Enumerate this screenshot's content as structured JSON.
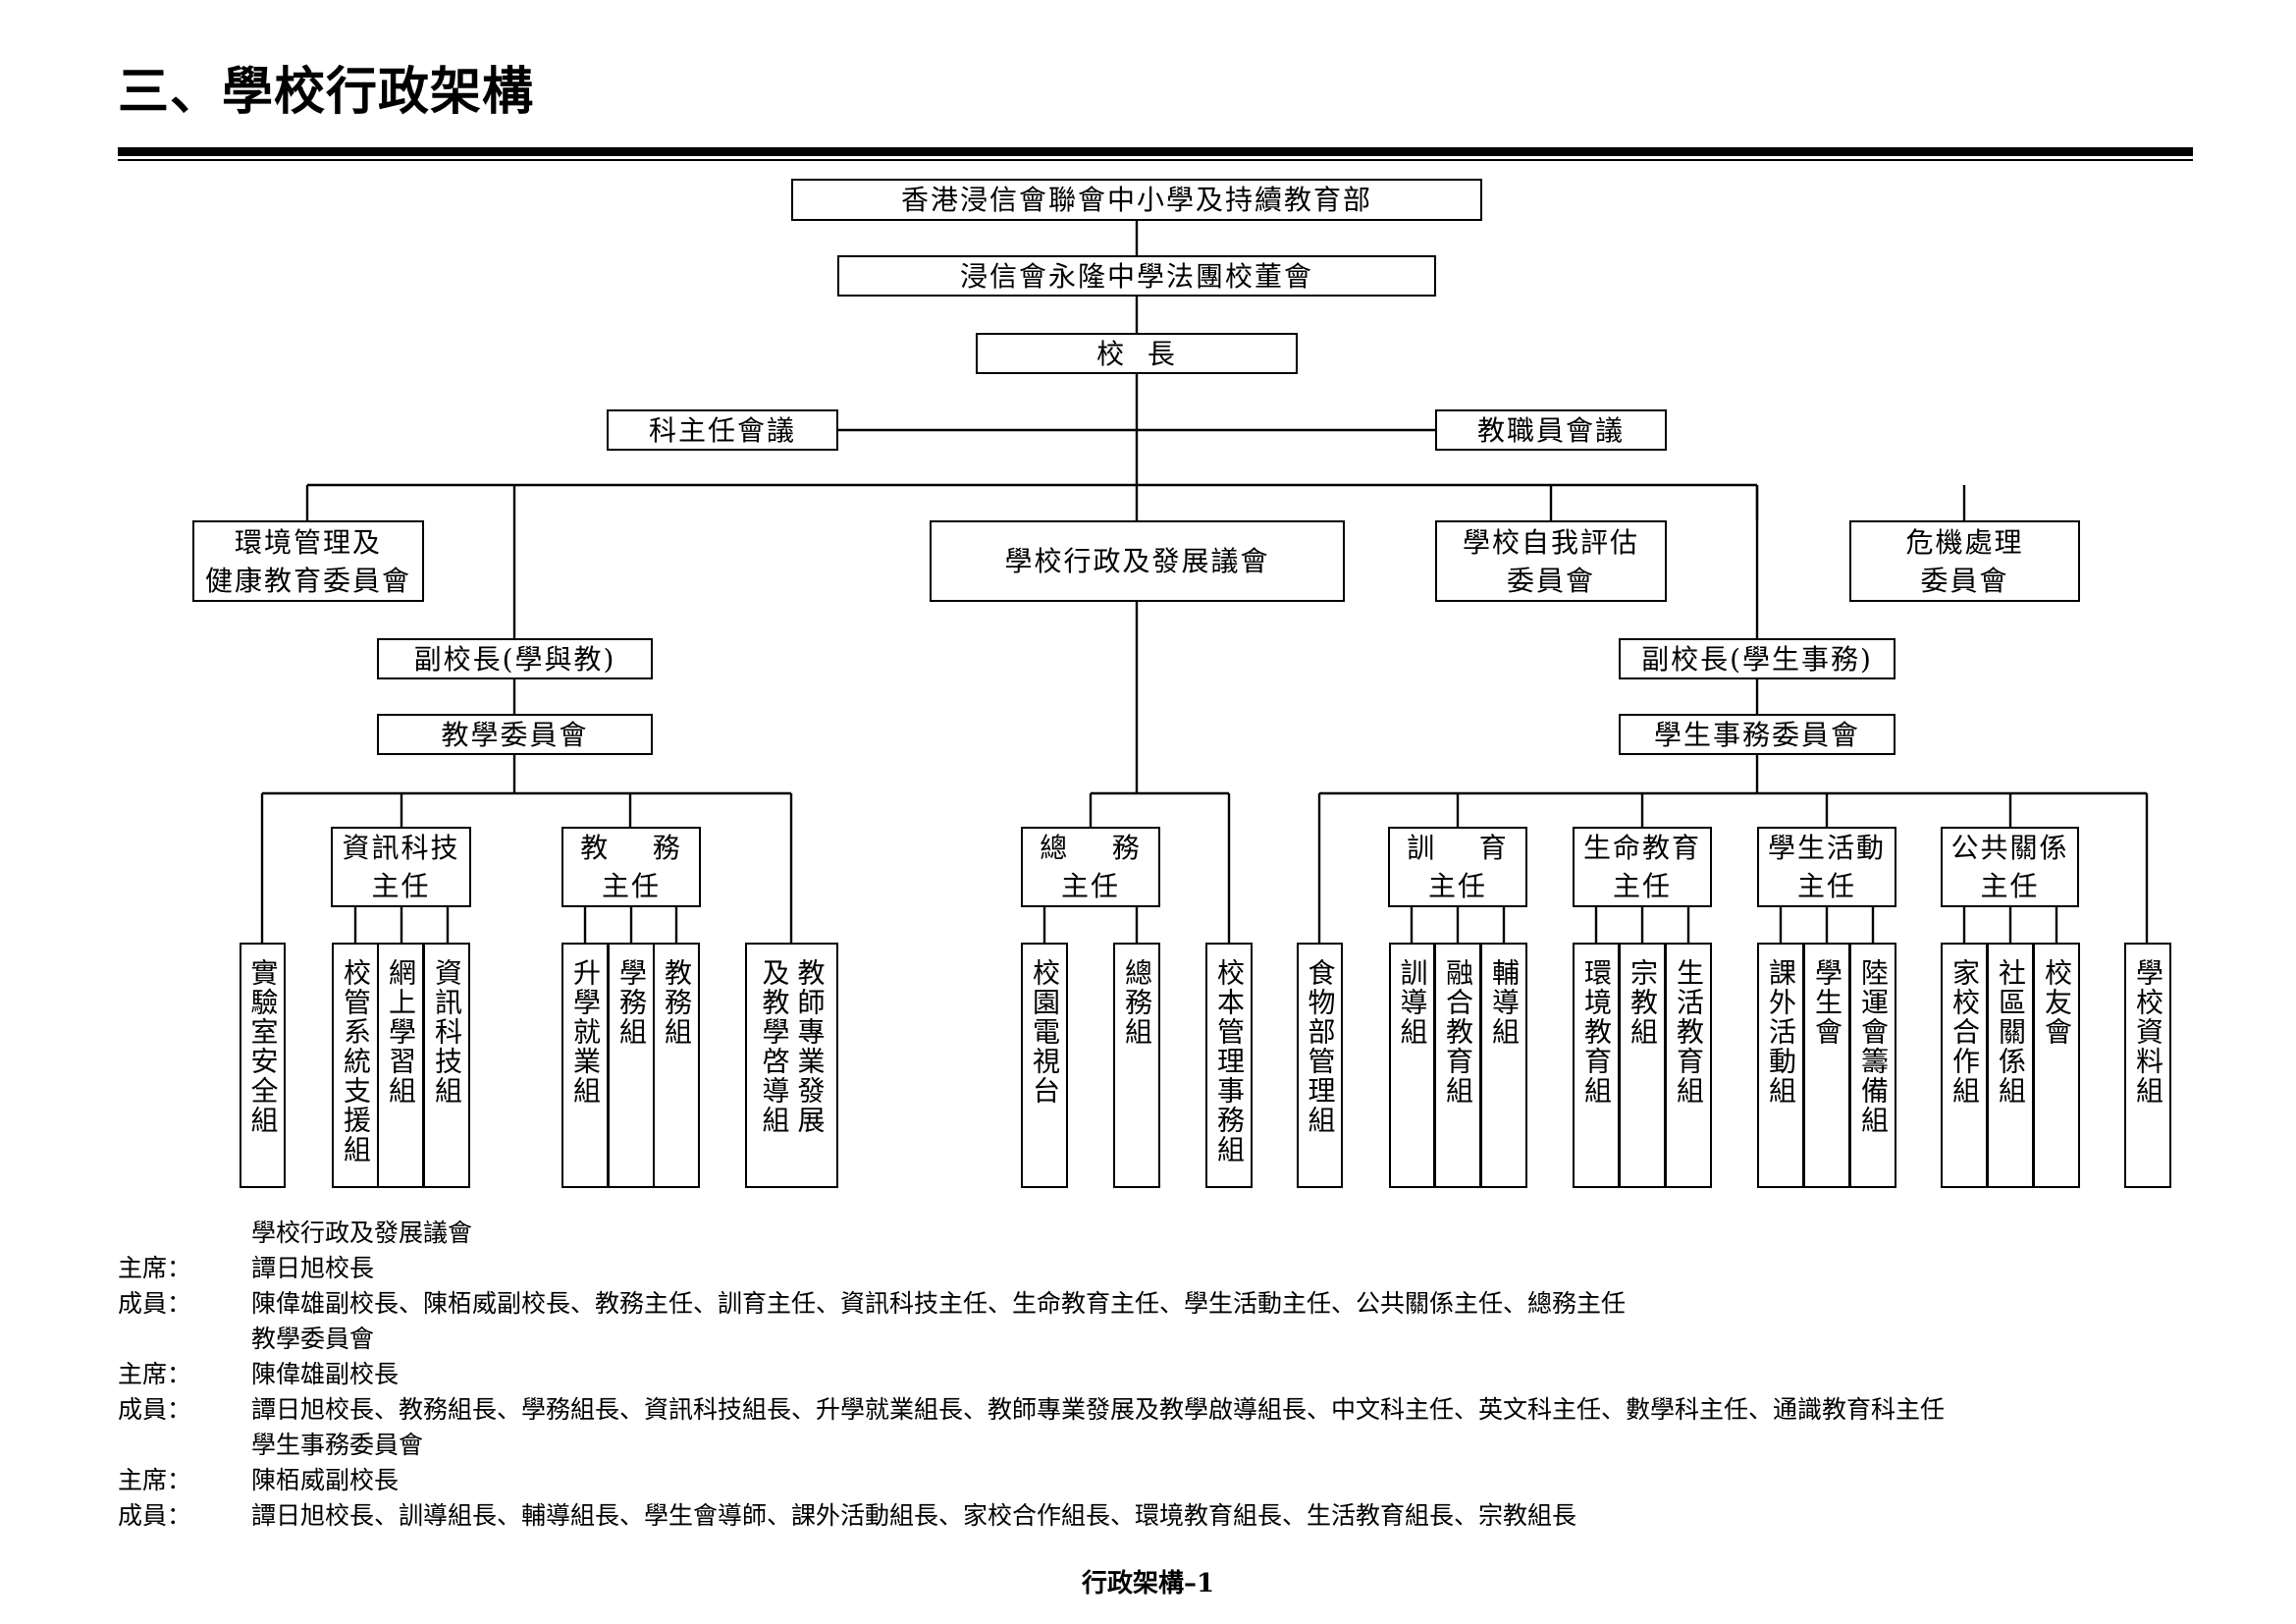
{
  "title": "三、學校行政架構",
  "footer": "行政架構–1",
  "org": {
    "dept": "香港浸信會聯會中小學及持續教育部",
    "smc": "浸信會永隆中學法團校董會",
    "principal": "校  長",
    "panel_heads": "科主任會議",
    "staff_meeting": "教職員會議",
    "env_committee": "環境管理及\n健康教育委員會",
    "admin_council": "學校行政及發展議會",
    "self_eval": "學校自我評估\n委員會",
    "crisis": "危機處理\n委員會",
    "vp_learning": "副校長(學與教)",
    "teaching_committee": "教學委員會",
    "vp_student": "副校長(學生事務)",
    "student_affairs_committee": "學生事務委員會",
    "it_head": "資訊科技\n主任",
    "academic_head": "教    務\n主任",
    "general_head": "總    務\n主任",
    "discipline_head": "訓    育\n主任",
    "life_ed_head": "生命教育\n主任",
    "activities_head": "學生活動\n主任",
    "pr_head": "公共關係\n主任",
    "groups": {
      "lab_safety": "實驗室安全組",
      "school_mgmt_system": "校管系統支援組",
      "online_learning": "網上學習組",
      "it_group": "資訊科技組",
      "career": "升學就業組",
      "student_records": "學務組",
      "academic_group": "教務組",
      "prof_dev": "教師專業發展\n及教學啓導組",
      "campus_tv": "校園電視台",
      "general_group": "總務組",
      "sbm": "校本管理事務組",
      "food": "食物部管理組",
      "discipline_group": "訓導組",
      "inclusive": "融合教育組",
      "guidance": "輔導組",
      "env_ed": "環境教育組",
      "religious": "宗教組",
      "life_ed": "生活教育組",
      "ecas": "課外活動組",
      "student_union": "學生會",
      "sports_day": "陸運會籌備組",
      "home_school": "家校合作組",
      "community": "社區關係組",
      "alumni": "校友會",
      "archives": "學校資料組"
    }
  },
  "notes": [
    {
      "label": "",
      "text": "學校行政及發展議會"
    },
    {
      "label": "主席：",
      "text": "譚日旭校長"
    },
    {
      "label": "成員：",
      "text": "陳偉雄副校長、陳栢威副校長、教務主任、訓育主任、資訊科技主任、生命教育主任、學生活動主任、公共關係主任、總務主任"
    },
    {
      "label": "",
      "text": "教學委員會"
    },
    {
      "label": "主席：",
      "text": "陳偉雄副校長"
    },
    {
      "label": "成員：",
      "text": "譚日旭校長、教務組長、學務組長、資訊科技組長、升學就業組長、教師專業發展及教學啟導組長、中文科主任、英文科主任、數學科主任、通識教育科主任"
    },
    {
      "label": "",
      "text": "學生事務委員會"
    },
    {
      "label": "主席：",
      "text": "陳栢威副校長"
    },
    {
      "label": "成員：",
      "text": "譚日旭校長、訓導組長、輔導組長、學生會導師、課外活動組長、家校合作組長、環境教育組長、生活教育組長、宗教組長"
    }
  ]
}
